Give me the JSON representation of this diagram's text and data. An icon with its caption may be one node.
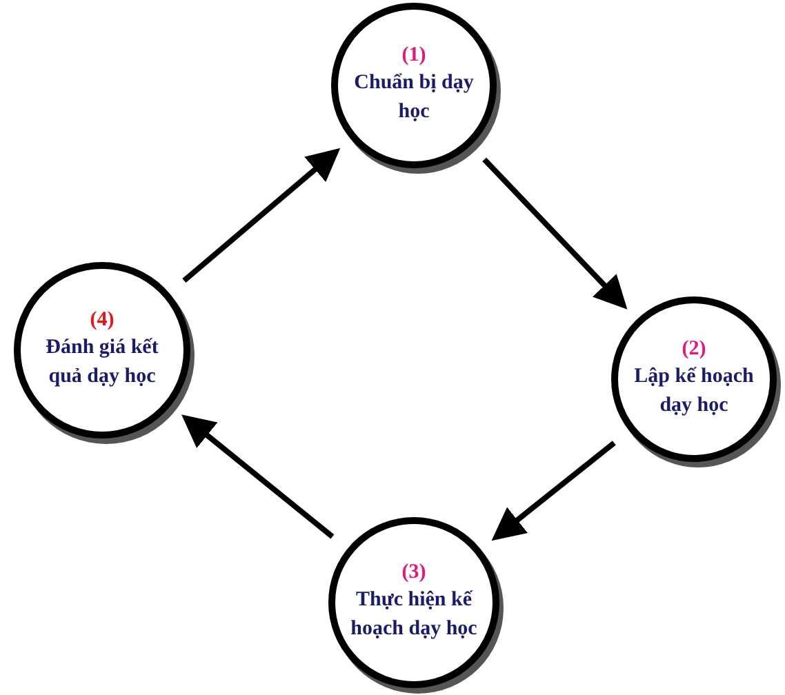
{
  "diagram": {
    "nodes": [
      {
        "text": [
          "(1)",
          "Chuẩn bị dạy học"
        ]
      },
      {
        "text": [
          "(2)",
          "Lập kế hoạch dạy học"
        ]
      },
      {
        "text": [
          "(3)",
          "Thực hiện kế hoạch dạy học"
        ]
      },
      {
        "text": [
          "(4)",
          "Đánh giá kết quả dạy học"
        ]
      }
    ],
    "edges": [
      {
        "from": 0,
        "to": 1,
        "arrow": "to"
      },
      {
        "from": 1,
        "to": 2,
        "arrow": "to"
      },
      {
        "from": 2,
        "to": 3,
        "arrow": "to"
      },
      {
        "from": 3,
        "to": 0,
        "arrow": "to"
      }
    ]
  }
}
